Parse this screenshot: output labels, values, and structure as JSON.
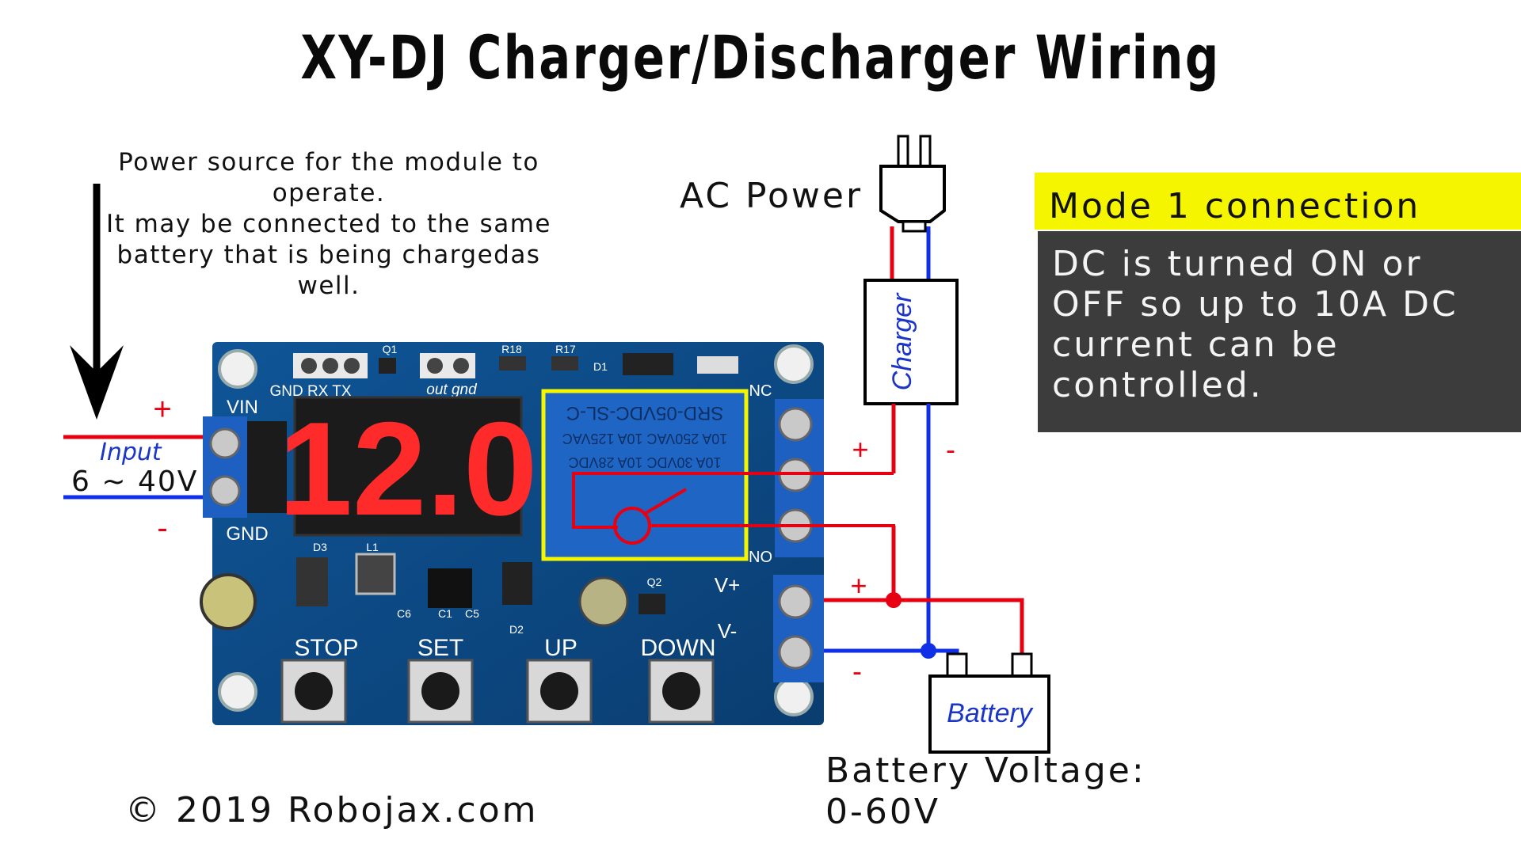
{
  "title": "XY-DJ Charger/Discharger Wiring",
  "power_note": "Power source for the module to operate.\nIt may be connected to the same battery  that is being chargedas well.",
  "ac_power_label": "AC Power",
  "mode_title": "Mode 1 connection",
  "mode_body": "DC is turned ON or OFF so up to 10A DC current can be controlled.",
  "battery_voltage": "Battery Voltage:\n0-60V",
  "copyright": "© 2019 Robojax.com",
  "input": {
    "label": "Input",
    "range": "6 ~ 40V",
    "plus": "+",
    "minus": "-"
  },
  "board": {
    "display": "12.0",
    "terminal_vin": "VIN",
    "terminal_gnd": "GND",
    "header_labels": "GND RX TX",
    "out_gnd": "out gnd",
    "nc": "NC",
    "no": "NO",
    "vplus": "V+",
    "vminus": "V-",
    "buttons": [
      "STOP",
      "SET",
      "UP",
      "DOWN"
    ],
    "relay_text": [
      "SRD-05VDC-SL-C",
      "10A 250VAC  10A 125VAC",
      "10A 30VDC  10A 28VDC"
    ],
    "components": {
      "q1": "Q1",
      "r18": "R18",
      "r17": "R17",
      "d1": "D1",
      "d2": "D2",
      "d3": "D3",
      "l1": "L1",
      "c1": "C1",
      "c5": "C5",
      "c6": "C6",
      "q2": "Q2"
    }
  },
  "charger_label": "Charger",
  "battery_label": "Battery",
  "signs": {
    "plus": "+",
    "minus": "-"
  },
  "colors": {
    "red_wire": "#e60012",
    "blue_wire": "#1030e8",
    "board": "#0e4a86",
    "terminal": "#1e5fc2",
    "highlight": "#f6f500"
  }
}
